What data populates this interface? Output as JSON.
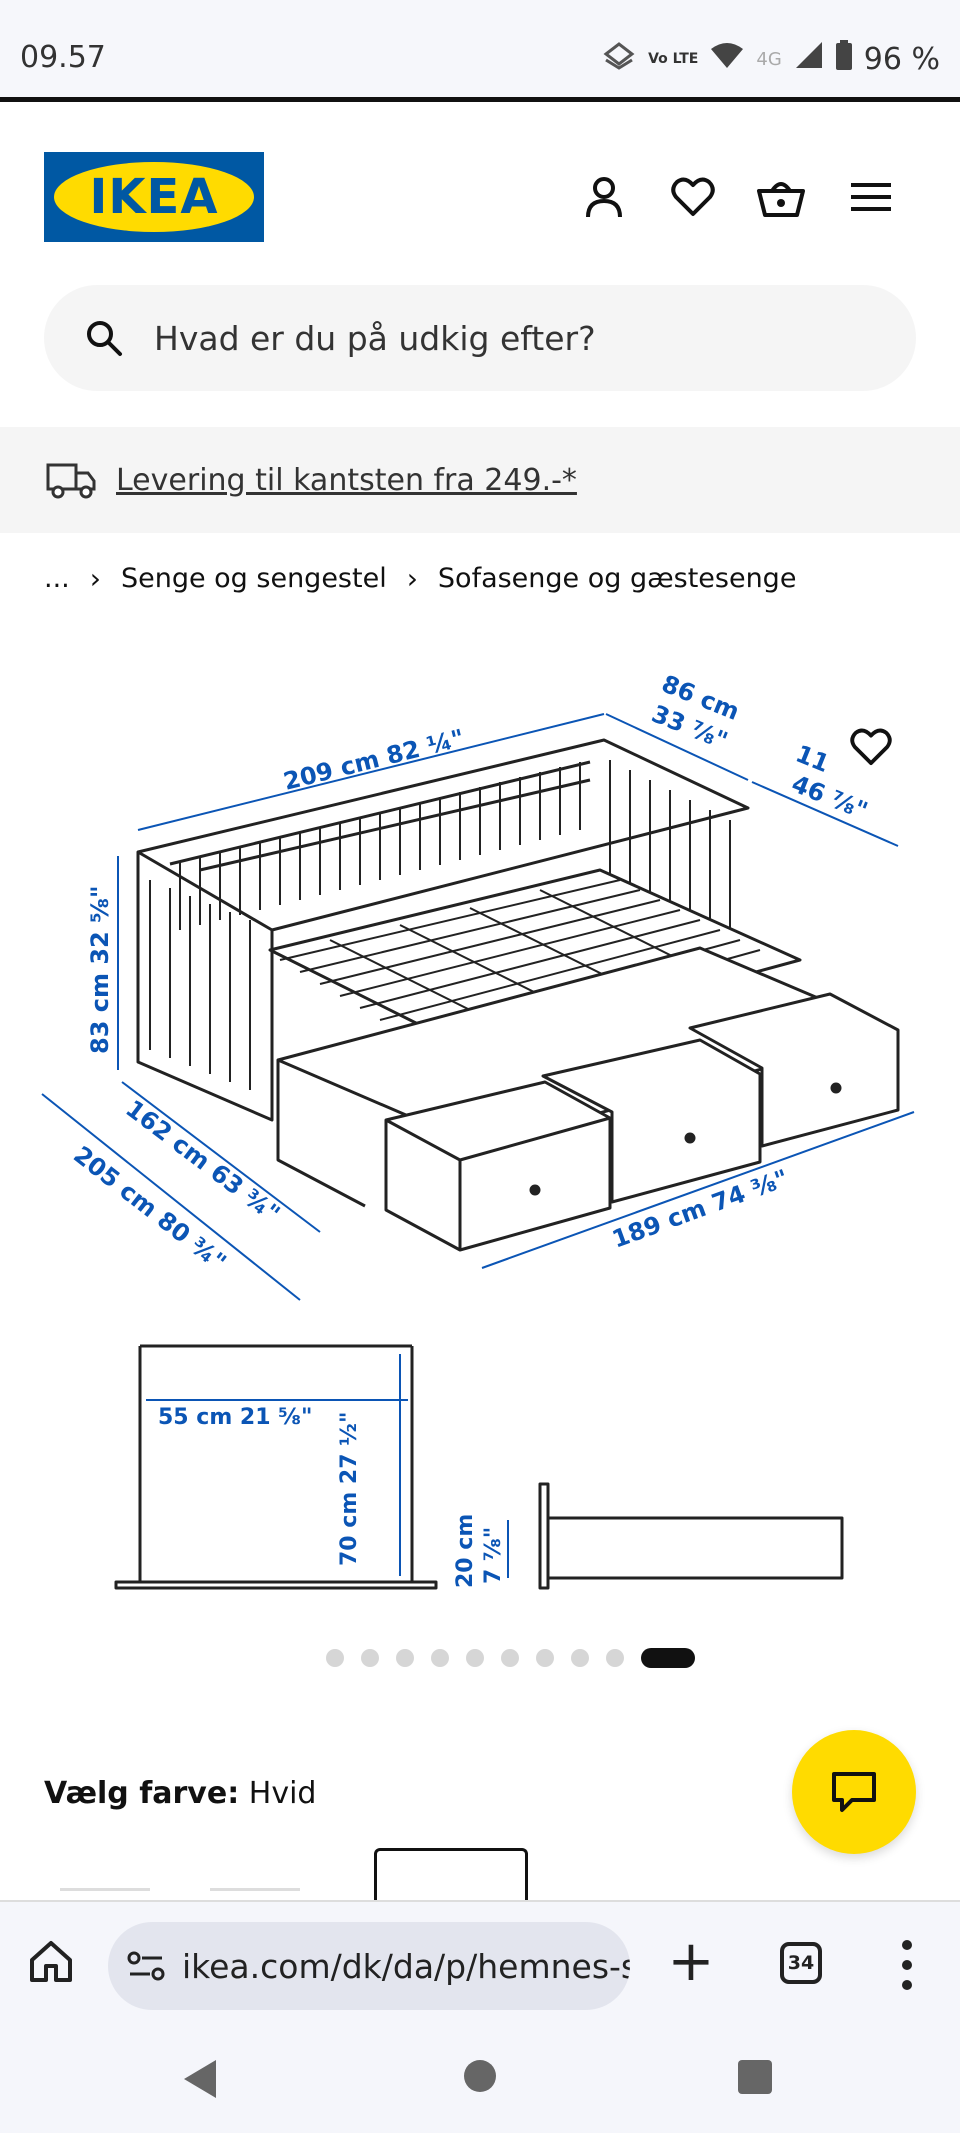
{
  "status_bar": {
    "time": "09.57",
    "network": "Vo LTE",
    "signal_type": "4G",
    "battery": "96 %"
  },
  "header": {
    "logo_text": "IKEA",
    "brand_colors": {
      "blue": "#0058a3",
      "yellow": "#ffdb00"
    },
    "icons": [
      "account-icon",
      "heart-icon",
      "basket-icon",
      "hamburger-menu-icon"
    ]
  },
  "search": {
    "placeholder": "Hvad er du på udkig efter?"
  },
  "banner": {
    "text": "Levering til kantsten fra 249.-*"
  },
  "breadcrumb": {
    "ellipsis": "...",
    "items": [
      "Senge og sengestel",
      "Sofasenge og gæstesenge"
    ]
  },
  "dimensions": {
    "back_length": "209 cm 82 ¼\"",
    "depth_top": "86 cm",
    "depth_top_in": "33 ⅞\"",
    "right_partial": "11",
    "right_in": "46 ⅞\"",
    "height": "83 cm 32 ⅝\"",
    "bed_length": "162 cm 63 ¾\"",
    "total_length": "205 cm 80 ¾\"",
    "front_length": "189 cm 74 ⅜\"",
    "inner_width": "55 cm 21 ⅝\"",
    "inner_height": "70 cm 27 ½\"",
    "drawer_height": "20 cm",
    "drawer_height_in": "7 ⅞\""
  },
  "gallery": {
    "dot_count": 10,
    "active_index": 9
  },
  "color": {
    "label": "Vælg farve:",
    "value": "Hvid"
  },
  "browser": {
    "url": "ikea.com/dk/da/p/hemnes-s",
    "tab_count": "34"
  }
}
